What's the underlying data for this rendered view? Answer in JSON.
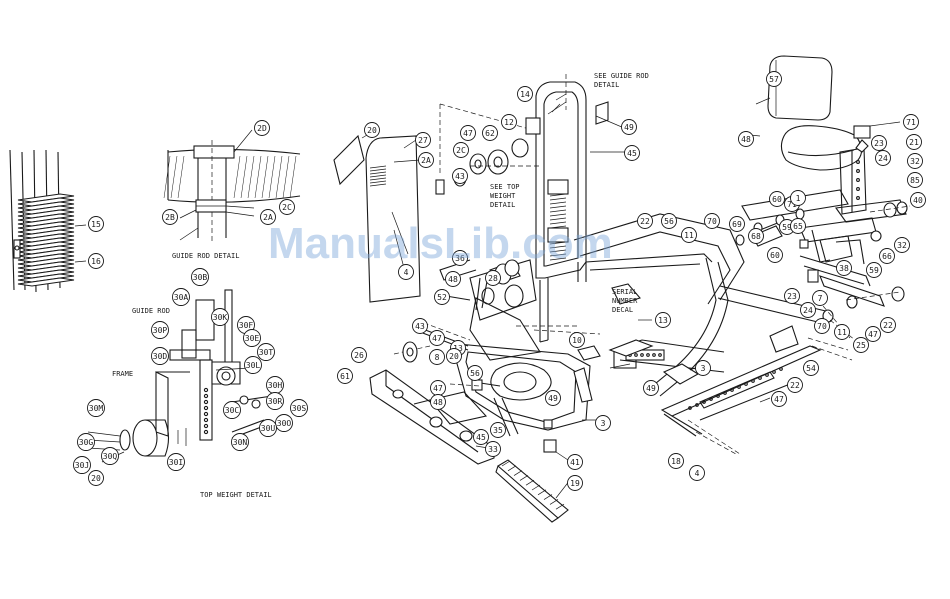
{
  "watermark": "ManualsLib.com",
  "labels": {
    "see_guide_rod_1": "SEE GUIDE ROD",
    "see_guide_rod_2": "DETAIL",
    "see_top_1": "SEE TOP",
    "see_top_2": "WEIGHT",
    "see_top_3": "DETAIL",
    "serial_1": "SERIAL",
    "serial_2": "NUMBER",
    "serial_3": "DECAL",
    "guide_rod_detail": "GUIDE ROD DETAIL",
    "top_weight_detail": "TOP WEIGHT DETAIL",
    "frame": "FRAME",
    "guide_rod": "GUIDE ROD"
  },
  "callouts": [
    "15",
    "16",
    "2D",
    "2B",
    "2C",
    "2A",
    "30B",
    "30A",
    "30K",
    "30F",
    "30P",
    "30E",
    "30L",
    "30T",
    "30D",
    "30H",
    "30M",
    "30R",
    "30S",
    "30O",
    "30N",
    "30Q",
    "30G",
    "30C",
    "30U",
    "30I",
    "30J",
    "20",
    "14",
    "20",
    "27",
    "2A",
    "2C",
    "43",
    "47",
    "62",
    "12",
    "49",
    "45",
    "48",
    "28",
    "52",
    "4",
    "36",
    "43",
    "47",
    "8",
    "13",
    "56",
    "10",
    "13",
    "35",
    "49",
    "3",
    "3",
    "41",
    "33",
    "45",
    "47",
    "48",
    "20",
    "26",
    "61",
    "19",
    "49",
    "22",
    "56",
    "11",
    "70",
    "69",
    "68",
    "71",
    "60",
    "1",
    "59",
    "60",
    "65",
    "38",
    "7",
    "23",
    "24",
    "70",
    "11",
    "47",
    "22",
    "25",
    "54",
    "22",
    "47",
    "18",
    "4",
    "57",
    "48",
    "71",
    "21",
    "23",
    "24",
    "32",
    "85",
    "40",
    "32",
    "66",
    "59"
  ],
  "colors": {
    "line": "#1a1a1a",
    "watermark": "#7da7d9"
  }
}
